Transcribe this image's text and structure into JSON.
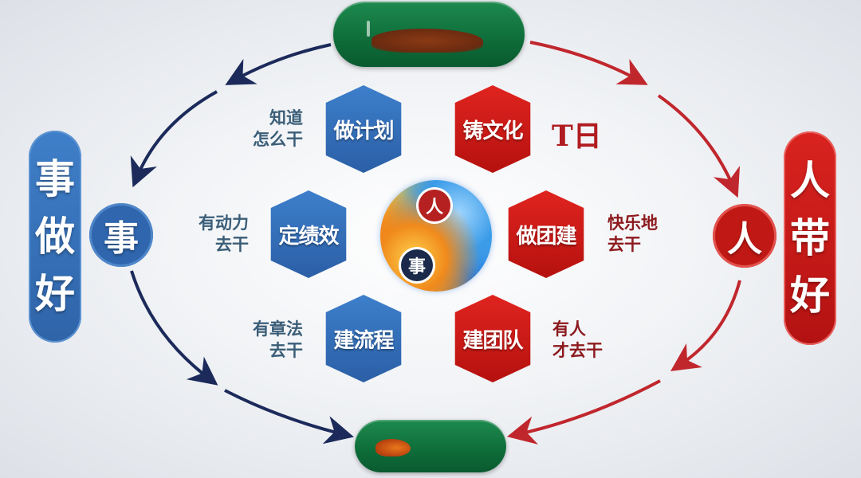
{
  "colors": {
    "blue": "#2f66ad",
    "red": "#c01814",
    "green": "#0e6c39",
    "note_blue": "#3b5e78",
    "note_red": "#8c1a1e",
    "arrow_blue": "#1b2a5a",
    "arrow_red": "#c0272d"
  },
  "left_pillar": {
    "chars": [
      "事",
      "做",
      "好"
    ]
  },
  "right_pillar": {
    "chars": [
      "人",
      "带",
      "好"
    ]
  },
  "left_circle": {
    "label": "事"
  },
  "right_circle": {
    "label": "人"
  },
  "center": {
    "top_badge": "人",
    "bottom_badge": "事"
  },
  "blue_hexes": [
    {
      "label": "做计划",
      "note_line1": "知道",
      "note_line2": "怎么干"
    },
    {
      "label": "定绩效",
      "note_line1": "有动力",
      "note_line2": "去干"
    },
    {
      "label": "建流程",
      "note_line1": "有章法",
      "note_line2": "去干"
    }
  ],
  "red_hexes": [
    {
      "label": "铸文化",
      "note_line1": "",
      "note_line2": ""
    },
    {
      "label": "做团建",
      "note_line1": "快乐地",
      "note_line2": "去干"
    },
    {
      "label": "建团队",
      "note_line1": "有人",
      "note_line2": "才去干"
    }
  ],
  "decor_glyph": "T日"
}
